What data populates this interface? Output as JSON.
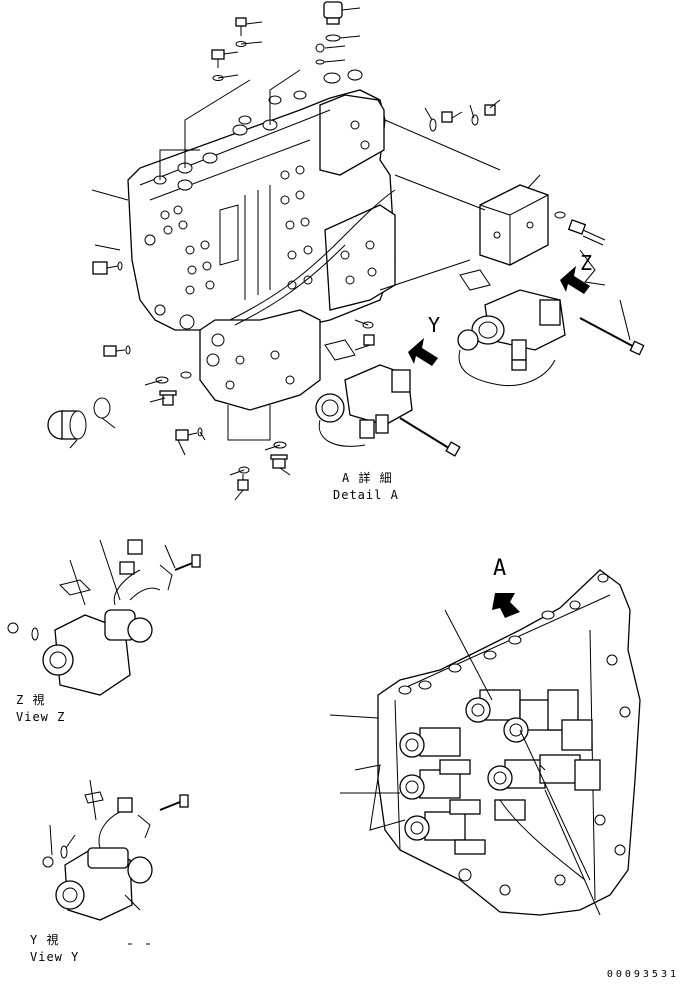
{
  "labels": {
    "detail_a_jp": "A 詳 細",
    "detail_a_en": "Detail A",
    "view_z_jp": "Z 視",
    "view_z_en": "View Z",
    "view_y_jp": "Y 視",
    "view_y_en": "View Y",
    "callout_a": "A",
    "callout_y": "Y",
    "callout_z": "Z",
    "part_number": "00093531"
  }
}
